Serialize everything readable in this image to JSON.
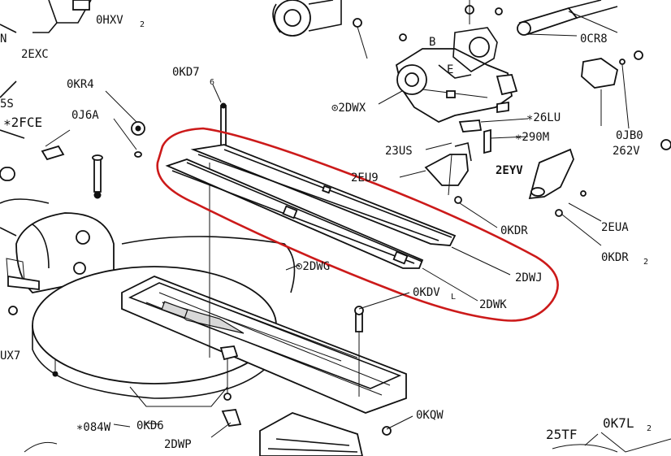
{
  "diagram": {
    "labels": {
      "ohxv": "0HXV",
      "ohxv_sub": "2",
      "n": "N",
      "exc": "2EXC",
      "ocr8": "0CR8",
      "b": "B",
      "e": "E",
      "okd7": "0KD7",
      "okd7_sub": "6",
      "okr4": "0KR4",
      "oj6a": "0J6A",
      "s5": "5S",
      "fce": "∗2FCE",
      "dwx": "⊙2DWX",
      "lu26": "∗26LU",
      "m290": "∗290M",
      "us23": "23US",
      "ojbo": "0JB0",
      "v262": "262V",
      "eu9": "2EU9",
      "eyv": "2EYV",
      "okdr": "0KDR",
      "eua": "2EUA",
      "okdr2": "0KDR",
      "okdr2_sub": "2",
      "dwg": "⊙2DWG",
      "dwj": "2DWJ",
      "okdv": "0KDV",
      "okdv_sub": "L",
      "dwk": "2DWK",
      "ux7": "UX7",
      "w084": "∗084W",
      "okd6": "0KD6",
      "okqw": "0KQW",
      "dwp": "2DWP",
      "tf25": "25TF",
      "ok7l": "0K7L",
      "ok7l_sub": "2"
    },
    "highlight_color": "#cc1a1a"
  }
}
